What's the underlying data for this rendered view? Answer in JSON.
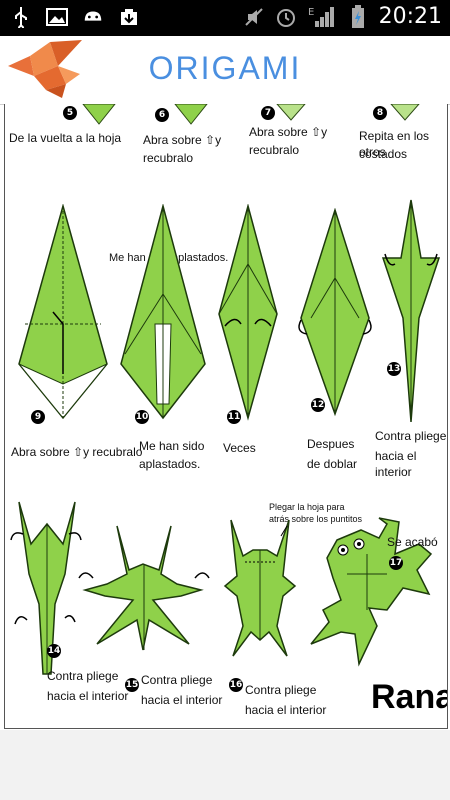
{
  "status_bar": {
    "time": "20:21",
    "icons": [
      "usb-icon",
      "image-icon",
      "android-icon",
      "download-icon",
      "mute-icon",
      "alarm-icon",
      "signal-icon",
      "battery-icon"
    ],
    "network_label": "E"
  },
  "header": {
    "title": "ORIGAMI",
    "title_color": "#4a8fe0",
    "logo_icon": "origami-crane-logo"
  },
  "steps": {
    "s5": {
      "number": "5",
      "label": "De la vuelta a la hoja"
    },
    "s6": {
      "number": "6",
      "label_line1": "Abra sobre ⇧y",
      "label_line2": "recubralo"
    },
    "s7": {
      "number": "7",
      "label_line1": "Abra sobre ⇧y",
      "label_line2": "recubralo"
    },
    "s8": {
      "number": "8",
      "label_line1": "Repita en los otros",
      "label_line2": "costados"
    },
    "s9": {
      "number": "9",
      "label": "Abra sobre ⇧y recubralo"
    },
    "s10": {
      "number": "10",
      "label_top": "Me han sido aplastados.",
      "label_line1": "Me han sido",
      "label_line2": "aplastados."
    },
    "s11": {
      "number": "11",
      "label": "Veces"
    },
    "s12": {
      "number": "12",
      "label_line1": "Despues",
      "label_line2": "de doblar"
    },
    "s13": {
      "number": "13",
      "label_line1": "Contra pliege",
      "label_line2": "hacia el interior"
    },
    "s14": {
      "number": "14",
      "label_line1": "Contra pliege",
      "label_line2": "hacia el interior"
    },
    "s15": {
      "number": "15",
      "label_line1": "Contra pliege",
      "label_line2": "hacia el interior"
    },
    "s16": {
      "number": "16",
      "label_top1": "Plegar la hoja para",
      "label_top2": "atrás sobre los puntitos",
      "label_line1": "Contra pliege",
      "label_line2": "hacia el interior"
    },
    "s17": {
      "number": "17",
      "label": "Se acabó"
    }
  },
  "final_label": "Rana",
  "colors": {
    "paper_green": "#8fd14a",
    "paper_dark": "#5fa82e",
    "accent_blue": "#4a8fe0"
  }
}
